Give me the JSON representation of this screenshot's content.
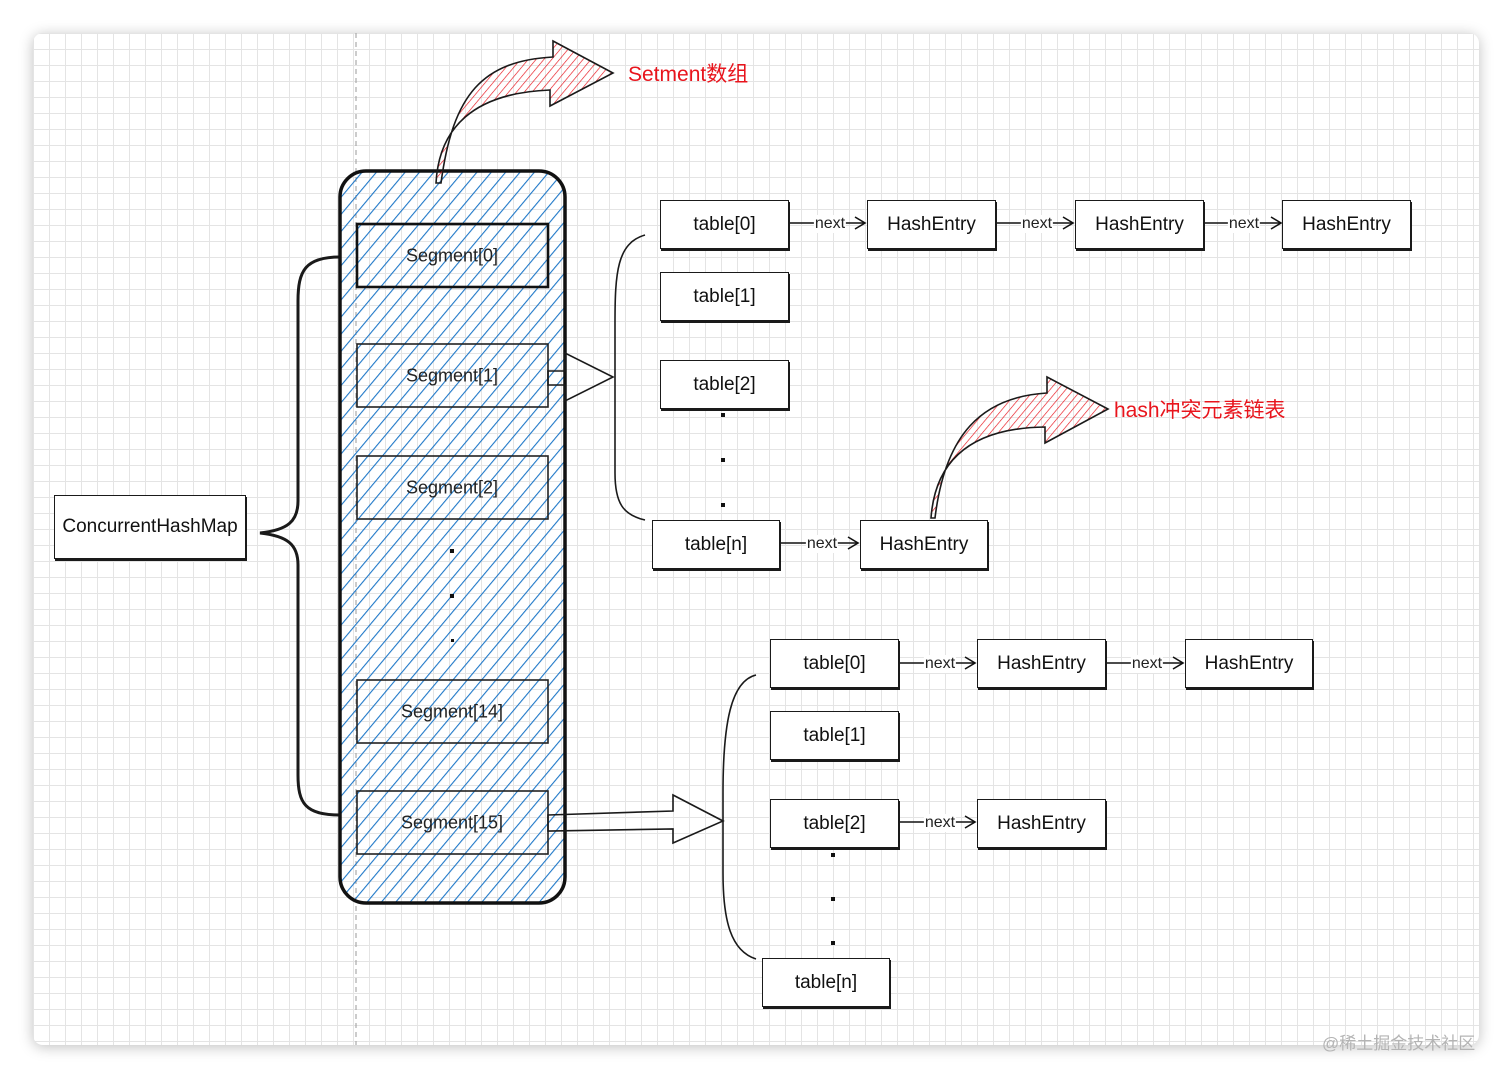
{
  "diagram": {
    "root_label": "ConcurrentHashMap",
    "segments": [
      "Segment[0]",
      "Segment[1]",
      "Segment[2]",
      "Segment[14]",
      "Segment[15]"
    ],
    "segment_array_annotation": "Setment数组",
    "collision_annotation": "hash冲突元素链表",
    "next_label": "next",
    "upper_group": {
      "tables": [
        "table[0]",
        "table[1]",
        "table[2]",
        "table[n]"
      ],
      "chain_table0": [
        "HashEntry",
        "HashEntry",
        "HashEntry"
      ],
      "chain_tablen": [
        "HashEntry"
      ]
    },
    "lower_group": {
      "tables": [
        "table[0]",
        "table[1]",
        "table[2]",
        "table[n]"
      ],
      "chain_table0": [
        "HashEntry",
        "HashEntry"
      ],
      "chain_table2": [
        "HashEntry"
      ]
    }
  },
  "colors": {
    "accent_red": "#e8141c",
    "hatch_blue": "#1f78c8",
    "ink": "#1a1a1a",
    "grid": "#d8d8d8"
  },
  "watermark": "@稀土掘金技术社区"
}
